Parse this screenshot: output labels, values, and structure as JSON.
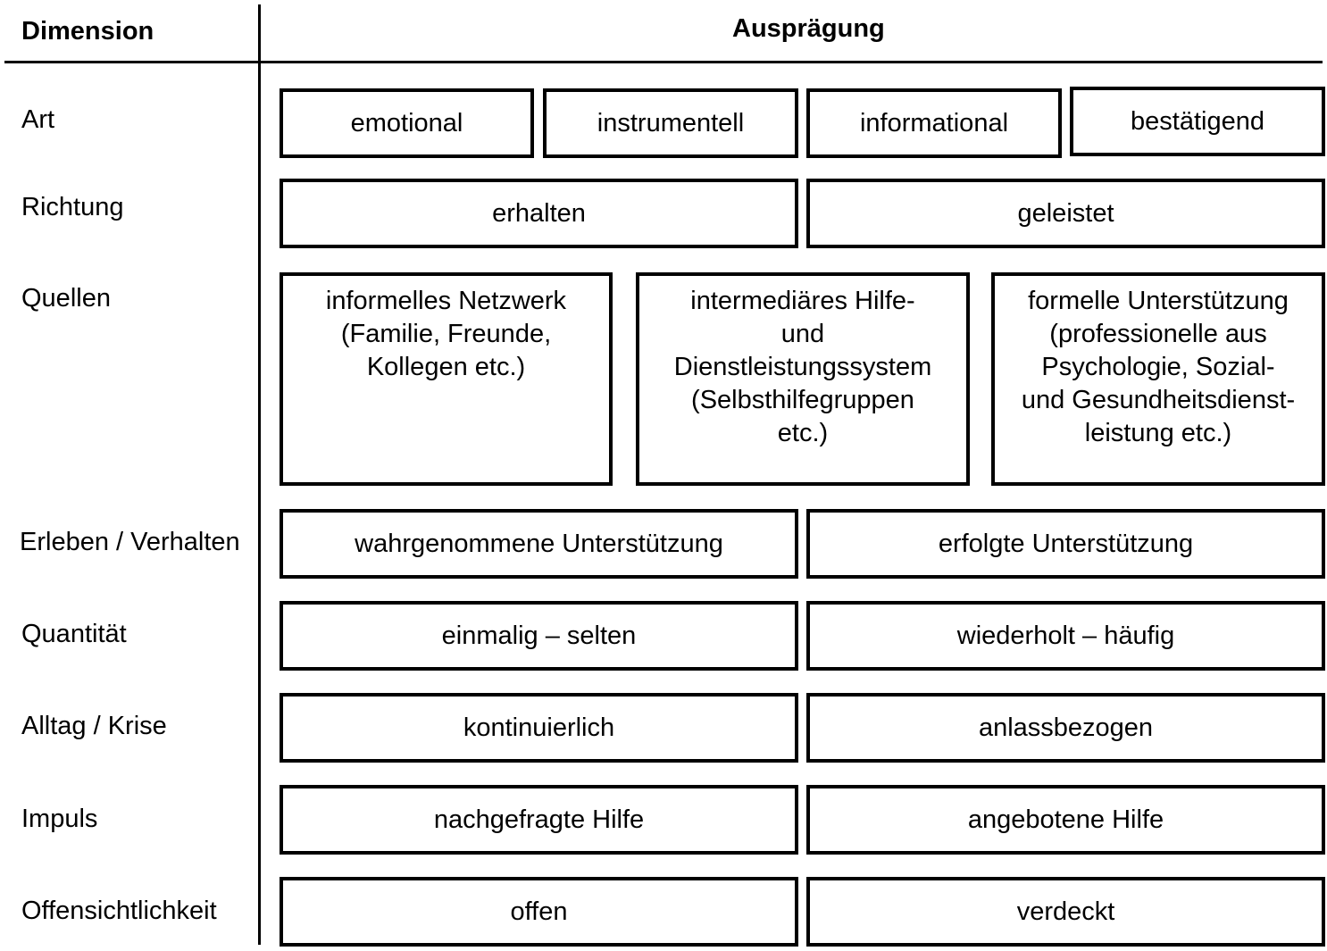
{
  "header": {
    "dimension": "Dimension",
    "auspraegung": "Ausprägung"
  },
  "rows": [
    {
      "label": "Art",
      "items": [
        "emotional",
        "instrumentell",
        "informational",
        "bestätigend"
      ]
    },
    {
      "label": "Richtung",
      "items": [
        "erhalten",
        "geleistet"
      ]
    },
    {
      "label": "Quellen",
      "items": [
        "informelles Netzwerk\n(Familie, Freunde,\nKollegen etc.)",
        "intermediäres Hilfe-\nund\nDienstleistungssystem\n(Selbsthilfegruppen\netc.)",
        "formelle Unterstützung\n(professionelle aus\nPsychologie, Sozial-\nund Gesundheitsdienst-\nleistung etc.)"
      ]
    },
    {
      "label": "Erleben / Verhalten",
      "items": [
        "wahrgenommene Unterstützung",
        "erfolgte Unterstützung"
      ]
    },
    {
      "label": "Quantität",
      "items": [
        "einmalig – selten",
        "wiederholt – häufig"
      ]
    },
    {
      "label": "Alltag / Krise",
      "items": [
        "kontinuierlich",
        "anlassbezogen"
      ]
    },
    {
      "label": "Impuls",
      "items": [
        "nachgefragte Hilfe",
        "angebotene Hilfe"
      ]
    },
    {
      "label": "Offensichtlichkeit",
      "items": [
        "offen",
        "verdeckt"
      ]
    }
  ]
}
